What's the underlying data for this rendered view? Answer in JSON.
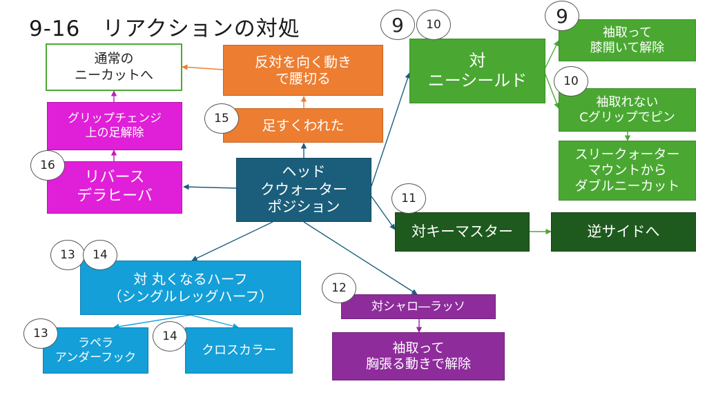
{
  "title": "9-16　リアクションの対処",
  "colors": {
    "head": "#1b5e7b",
    "orange": "#ed7d31",
    "magenta": "#e01fd8",
    "green": "#4aa832",
    "dark_green": "#1e5a1e",
    "cyan": "#149fd8",
    "purple": "#8e2c9c",
    "white_box_border": "#4aa832"
  },
  "nodes": {
    "head_quarter": "ヘッド\nクウォーター\nポジション",
    "waist_cut": "反対を向く動き\nで腰切る",
    "leg_swept": "足すくわれた",
    "usual_knee_cut": "通常の\nニーカットへ",
    "grip_change": "グリップチェンジ\n上の足解除",
    "reverse_de_la_riva": "リバース\nデラヒーバ",
    "vs_knee_shield": "対\nニーシールド",
    "sleeve_release": "袖取って\n膝開いて解除",
    "c_grip_pin": "袖取れない\nCグリップでピン",
    "three_quarter_mount": "スリークォーター\nマウントから\nダブルニーカット",
    "vs_key_master": "対キーマスター",
    "other_side": "逆サイドへ",
    "vs_round_half": "対 丸くなるハーフ\n（シングルレッグハーフ）",
    "lapel_underhook": "ラペラ\nアンダーフック",
    "cross_collar": "クロスカラー",
    "vs_shallow_lasso": "対シャロ―ラッソ",
    "chest_expand_release": "袖取って\n胸張る動きで解除"
  },
  "badges": {
    "b9_main": "9",
    "b10_main": "10",
    "b9_sleeve": "9",
    "b10_cgrip": "10",
    "b11": "11",
    "b12": "12",
    "b13_half": "13",
    "b14_half": "14",
    "b13_lapel": "13",
    "b14_cross": "14",
    "b15": "15",
    "b16": "16"
  }
}
